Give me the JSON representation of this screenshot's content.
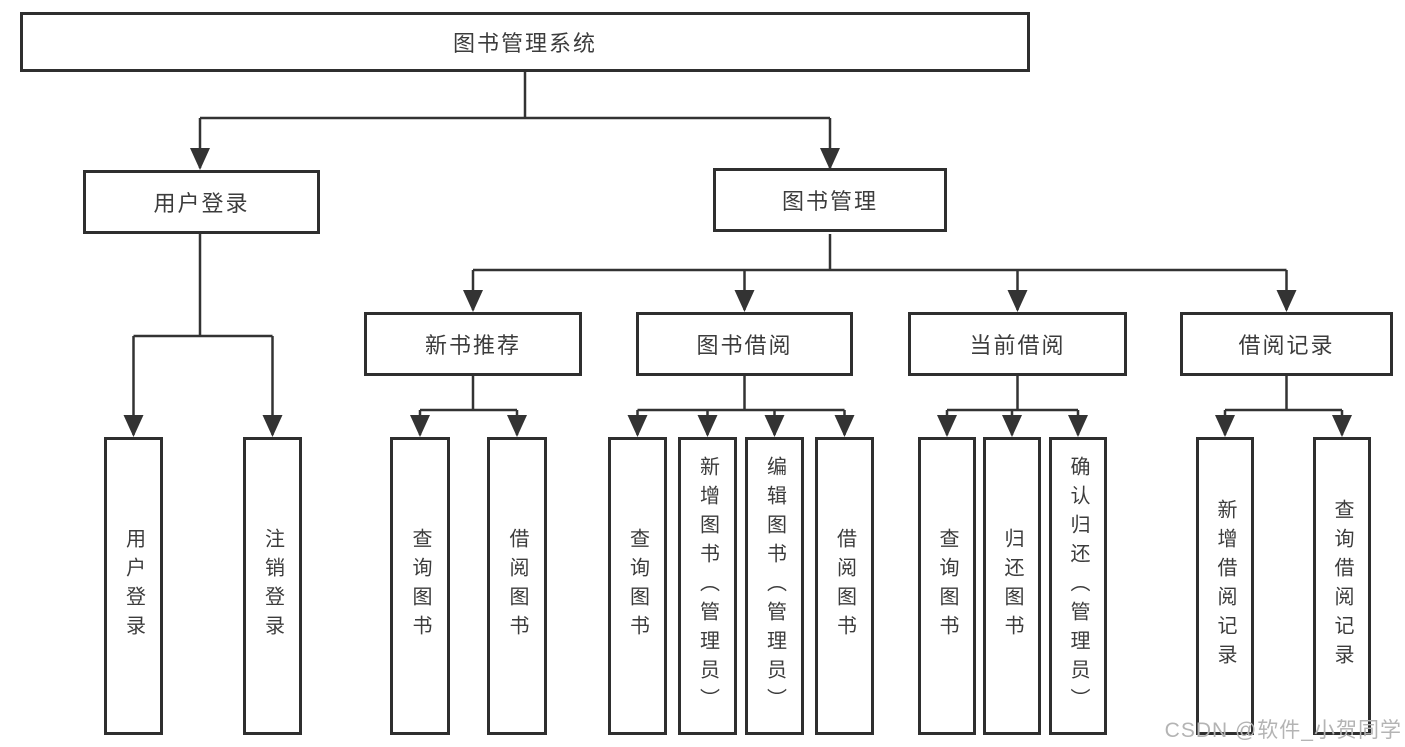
{
  "diagram": {
    "root": {
      "label": "图书管理系统"
    },
    "level2": [
      {
        "id": "user-login",
        "label": "用户登录"
      },
      {
        "id": "book-management",
        "label": "图书管理"
      }
    ],
    "level3": [
      {
        "id": "new-book-recommend",
        "label": "新书推荐",
        "parent": "图书管理"
      },
      {
        "id": "book-borrow",
        "label": "图书借阅",
        "parent": "图书管理"
      },
      {
        "id": "current-borrow",
        "label": "当前借阅",
        "parent": "图书管理"
      },
      {
        "id": "borrow-records",
        "label": "借阅记录",
        "parent": "图书管理"
      }
    ],
    "leaves": [
      {
        "label": "用户登录",
        "parent": "用户登录"
      },
      {
        "label": "注销登录",
        "parent": "用户登录"
      },
      {
        "label": "查询图书",
        "parent": "新书推荐"
      },
      {
        "label": "借阅图书",
        "parent": "新书推荐"
      },
      {
        "label": "查询图书",
        "parent": "图书借阅"
      },
      {
        "label": "新增图书（管理员）",
        "parent": "图书借阅"
      },
      {
        "label": "编辑图书（管理员）",
        "parent": "图书借阅"
      },
      {
        "label": "借阅图书",
        "parent": "图书借阅"
      },
      {
        "label": "查询图书",
        "parent": "当前借阅"
      },
      {
        "label": "归还图书",
        "parent": "当前借阅"
      },
      {
        "label": "确认归还（管理员）",
        "parent": "当前借阅"
      },
      {
        "label": "新增借阅记录",
        "parent": "借阅记录"
      },
      {
        "label": "查询借阅记录",
        "parent": "借阅记录"
      }
    ],
    "watermark": "CSDN @软件_小贺同学",
    "colors": {
      "line": "#333333",
      "box_border": "#2f2f2f",
      "text": "#3c3c3c",
      "watermark": "#b4b4b4",
      "background": "#ffffff"
    }
  }
}
